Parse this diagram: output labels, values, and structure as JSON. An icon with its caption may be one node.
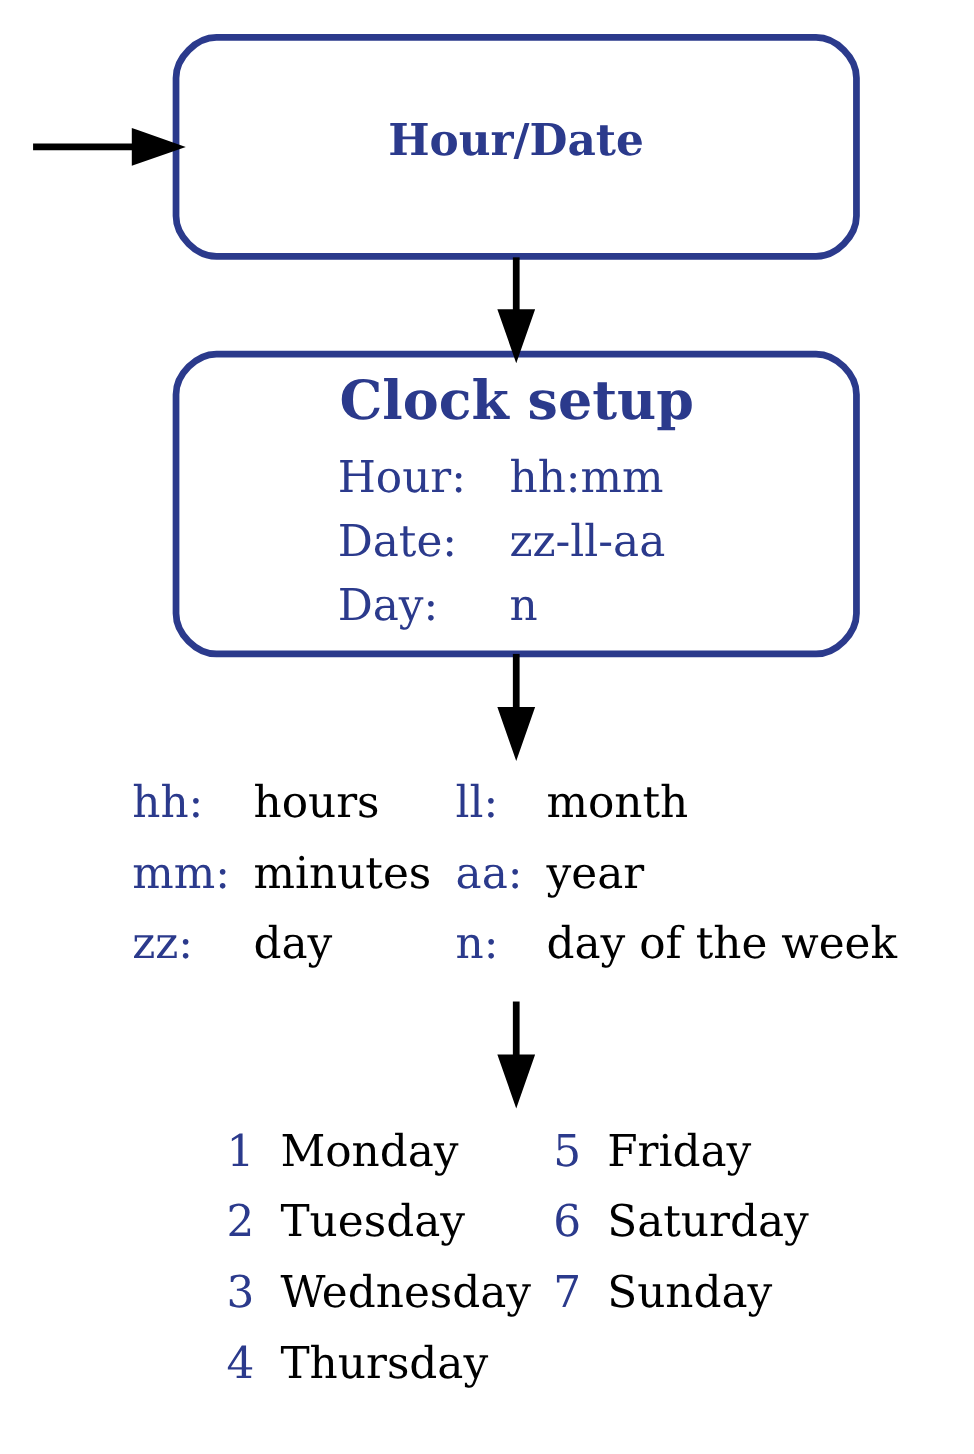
{
  "diagram": {
    "nodes": [
      {
        "text": [
          "Hour/Date"
        ]
      },
      {
        "text": [
          "Clock setup",
          "Hour:",
          "hh:mm",
          "Date:",
          "zz-ll-aa",
          "Day:",
          "n"
        ]
      },
      {
        "text": [
          "hh:",
          "hours",
          "mm:",
          "minutes",
          "zz:",
          "day",
          "ll:",
          "month",
          "aa:",
          "year",
          "n:",
          "day of the week"
        ]
      },
      {
        "text": [
          "1",
          "Monday",
          "2",
          "Tuesday",
          "3",
          "Wednesday",
          "4",
          "Thursday",
          "5",
          "Friday",
          "6",
          "Saturday",
          "7",
          "Sunday"
        ]
      }
    ],
    "edges": [
      {
        "from": null,
        "to": 0,
        "arrow": "to"
      },
      {
        "from": 0,
        "to": 1,
        "arrow": "to"
      },
      {
        "from": 1,
        "to": 2,
        "arrow": "to"
      },
      {
        "from": 2,
        "to": 3,
        "arrow": "to"
      }
    ]
  }
}
